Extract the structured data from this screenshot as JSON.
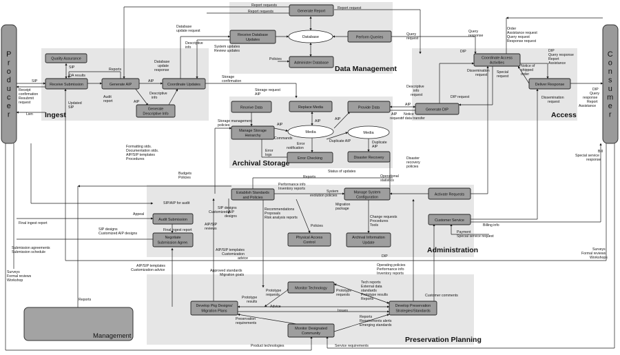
{
  "actors": {
    "producer": "Producer",
    "consumer": "Consumer",
    "management": "Management"
  },
  "regions": {
    "ingest": "Ingest",
    "data_management": "Data Management",
    "access": "Access",
    "archival_storage": "Archival Storage",
    "administration": "Administration",
    "preservation_planning": "Preservation Planning"
  },
  "functions": {
    "quality_assurance": "Quality Assurance",
    "receive_submission": "Receive Submission",
    "generate_aip": "Generate AIP",
    "coordinate_updates": "Coordinate Updates",
    "generate_descriptive_info_1": "Generate",
    "generate_descriptive_info_2": "Descriptive Info",
    "generate_report": "Generate Report",
    "receive_db_updates_1": "Receive Database",
    "receive_db_updates_2": "Updates",
    "perform_queries": "Perform Queries",
    "administer_database": "Administer Database",
    "coordinate_access_1": "Coordinate Access",
    "coordinate_access_2": "Activities",
    "deliver_response": "Deliver Response",
    "generate_dip": "Generate DIP",
    "receive_data": "Receive Data",
    "replace_media": "Replace Media",
    "provide_data": "Provide Data",
    "manage_storage_1": "Manage Storage",
    "manage_storage_2": "Heirarchy",
    "error_checking": "Error Checking",
    "disaster_recovery": "Disaster Recovery",
    "establish_standards_1": "Establish Standards",
    "establish_standards_2": "and Policies",
    "manage_system_1": "Manage System",
    "manage_system_2": "Configuration",
    "activate_requests": "Activate Requests",
    "customer_service": "Customer Service",
    "audit_submission": "Audit Submission",
    "negotiate_1": "Negotiate",
    "negotiate_2": "Submission Agree.",
    "physical_access_1": "Physical Access",
    "physical_access_2": "Control",
    "archival_info_update_1": "Archival Information",
    "archival_info_update_2": "Update",
    "monitor_technology": "Monitor Technology",
    "develop_pkg_1": "Develop Pkg Designs/",
    "develop_pkg_2": "Migration Plans",
    "develop_pres_1": "Develop Preservation",
    "develop_pres_2": "Strategies/Standards",
    "monitor_community_1": "Monitor Designated",
    "monitor_community_2": "Community"
  },
  "stores": {
    "database": "Database",
    "media_1": "Media",
    "media_2": "Media"
  },
  "flows": {
    "sip": "SIP",
    "receipt_1": "Receipt",
    "receipt_2": "confirmation",
    "receipt_3": "Resubmit",
    "receipt_4": "request",
    "lien": "Lien",
    "sip_qa": "SIP",
    "qa_results": "QA results",
    "updated_sip_1": "Updated",
    "updated_sip_2": "SIP",
    "reports_ingest": "Reports",
    "audit_report_1": "Audit",
    "audit_report_2": "report",
    "aip_ingest": "AIP",
    "aip_gen_desc": "AIP",
    "desc_info_1": "Descriptive",
    "desc_info_2": "info",
    "db_update_req_1": "Database",
    "db_update_req_2": "update request",
    "desc_info_top_1": "Descriptive",
    "desc_info_top_2": "info",
    "db_update_resp_1": "Database",
    "db_update_resp_2": "update",
    "db_update_resp_3": "response",
    "report_requests_1": "Report requests",
    "report_requests_2": "Report requests",
    "report_request": "Report request",
    "system_updates": "System updates",
    "review_updates": "Review updates",
    "policies_dm": "Policies",
    "query_request_1": "Query",
    "query_request_2": "request",
    "query_response_1": "Query",
    "query_response_2": "response",
    "order_1": "Order",
    "order_2": "Assistance request",
    "order_3": "Query request",
    "order_4": "Response request",
    "dip_top": "DIP",
    "dip_right_1": "DIP",
    "dip_right_2": "Query response",
    "dip_right_3": "Report",
    "dip_right_4": "Assistance",
    "consumer_out_1": "DIP",
    "consumer_out_2": "Query",
    "consumer_out_3": "response",
    "consumer_out_4": "Report",
    "consumer_out_5": "Assistance",
    "dissemination_req_1": "Dissemination",
    "dissemination_req_2": "request",
    "special_req_1": "Special",
    "special_req_2": "request",
    "notice_shipped_1": "Notice of",
    "notice_shipped_2": "shipped",
    "notice_shipped_3": "order",
    "dissemination_req_b_1": "Dissemination",
    "dissemination_req_b_2": "request",
    "desc_info_req_1": "Descriptive",
    "desc_info_req_2": "info",
    "desc_info_req_3": "request",
    "dip_request": "DIP request",
    "storage_conf_1": "Storage",
    "storage_conf_2": "confirmation",
    "storage_req_1": "Storage request",
    "storage_req_2": "AIP",
    "aip_req_1": "AIP",
    "aip_req_2": "request",
    "aip_as": "AIP",
    "notice_transfer_1": "Notice",
    "notice_transfer_2": "of data transfer",
    "aip_media": "AIP",
    "aip_replace": "AIP",
    "aip_provide": "AIP",
    "storage_mgmt_1": "Storage management",
    "storage_mgmt_2": "policies",
    "commands": "Commands",
    "error_notif_1": "Error",
    "error_notif_2": "notification",
    "error_logs_1": "Error",
    "error_logs_2": "logs",
    "duplicate_aip_1": "Duplicate AIP",
    "duplicate_aip_2": "Duplicate",
    "duplicate_aip_3": "AIP",
    "disaster_policies_1": "Disaster",
    "disaster_policies_2": "recovery",
    "disaster_policies_3": "policies",
    "formatting_1": "Formatting stds.",
    "formatting_2": "Documentation stds.",
    "formatting_3": "AIP/SIP templates",
    "formatting_4": "Procedures",
    "budgets_1": "Budgets",
    "budgets_2": "Policies",
    "reports_admin": "Reports",
    "status_updates": "Status of updates",
    "operational_1": "Operational",
    "operational_2": "statistics",
    "performance_1": "Performance info",
    "performance_2": "Inventory reports",
    "system_evol_1": "System",
    "system_evol_2": "evolution policies",
    "migration_pkg_1": "Migration",
    "migration_pkg_2": "package",
    "sip_aip_audit": "SIP/AIP for audit",
    "appeal": "Appeal",
    "final_ingest_report_left": "Final ingest report",
    "final_ingest_report": "Final ingest report",
    "sip_designs_1": "SIP designs",
    "sip_designs_2": "Customized AIP designs",
    "sip_designs_b_1": "SIP designs",
    "sip_designs_b_2": "Customized AIP",
    "sip_designs_b_3": "designs",
    "aip_sip_reviews_1": "AIP/SIP",
    "aip_sip_reviews_2": "reviews",
    "recommendations_1": "Recommendations",
    "recommendations_2": "Proposals",
    "recommendations_3": "Risk analysis reports",
    "policies_admin": "Policies",
    "change_requests_1": "Change requests",
    "change_requests_2": "Procedures",
    "change_requests_3": "Tools",
    "billing_info": "Billing info",
    "payment": "Payment",
    "special_service_req": "Special service request",
    "bill_1": "Bill",
    "bill_2": "Special service",
    "bill_3": "response",
    "submission_agreements_1": "Submission agreements",
    "submission_agreements_2": "Submission schedule",
    "surveys_left_1": "Surveys",
    "surveys_left_2": "Formal reviews",
    "surveys_left_3": "Workshop",
    "surveys_right_1": "Surveys",
    "surveys_right_2": "Formal reviews",
    "surveys_right_3": "Workshops",
    "aip_sip_templates_1": "AIP/SIP templates",
    "aip_sip_templates_2": "Customization",
    "aip_sip_templates_3": "advice",
    "aip_sip_templates_b_1": "AIP/SIP templates",
    "aip_sip_templates_b_2": "Customization advice",
    "approved_standards_1": "Approved standards",
    "approved_standards_2": "Migration goals",
    "dip_pp": "DIP",
    "operating_1": "Operating policies",
    "operating_2": "Performance info",
    "operating_3": "Inventory reports",
    "reports_mgmt": "Reports",
    "prototype_req_1": "Prototype",
    "prototype_req_2": "requests",
    "prototype_results_1": "Prototype",
    "prototype_results_2": "results",
    "prototype_req_b_1": "Prototype",
    "prototype_req_b_2": "requests",
    "tech_reports_1": "Tech reports",
    "tech_reports_2": "External data",
    "tech_reports_3": "standards",
    "tech_reports_4": "Prototype results",
    "tech_reports_5": "Reports",
    "advice": "Advice",
    "issues": "Issues",
    "customer_comments": "Customer comments",
    "preservation_req_1": "Preservation",
    "preservation_req_2": "requirements",
    "reports_pp_1": "Reports",
    "reports_pp_2": "Requirements alerts",
    "reports_pp_3": "Emerging standards",
    "product_tech": "Product technologies",
    "service_req": "Service requirements"
  }
}
